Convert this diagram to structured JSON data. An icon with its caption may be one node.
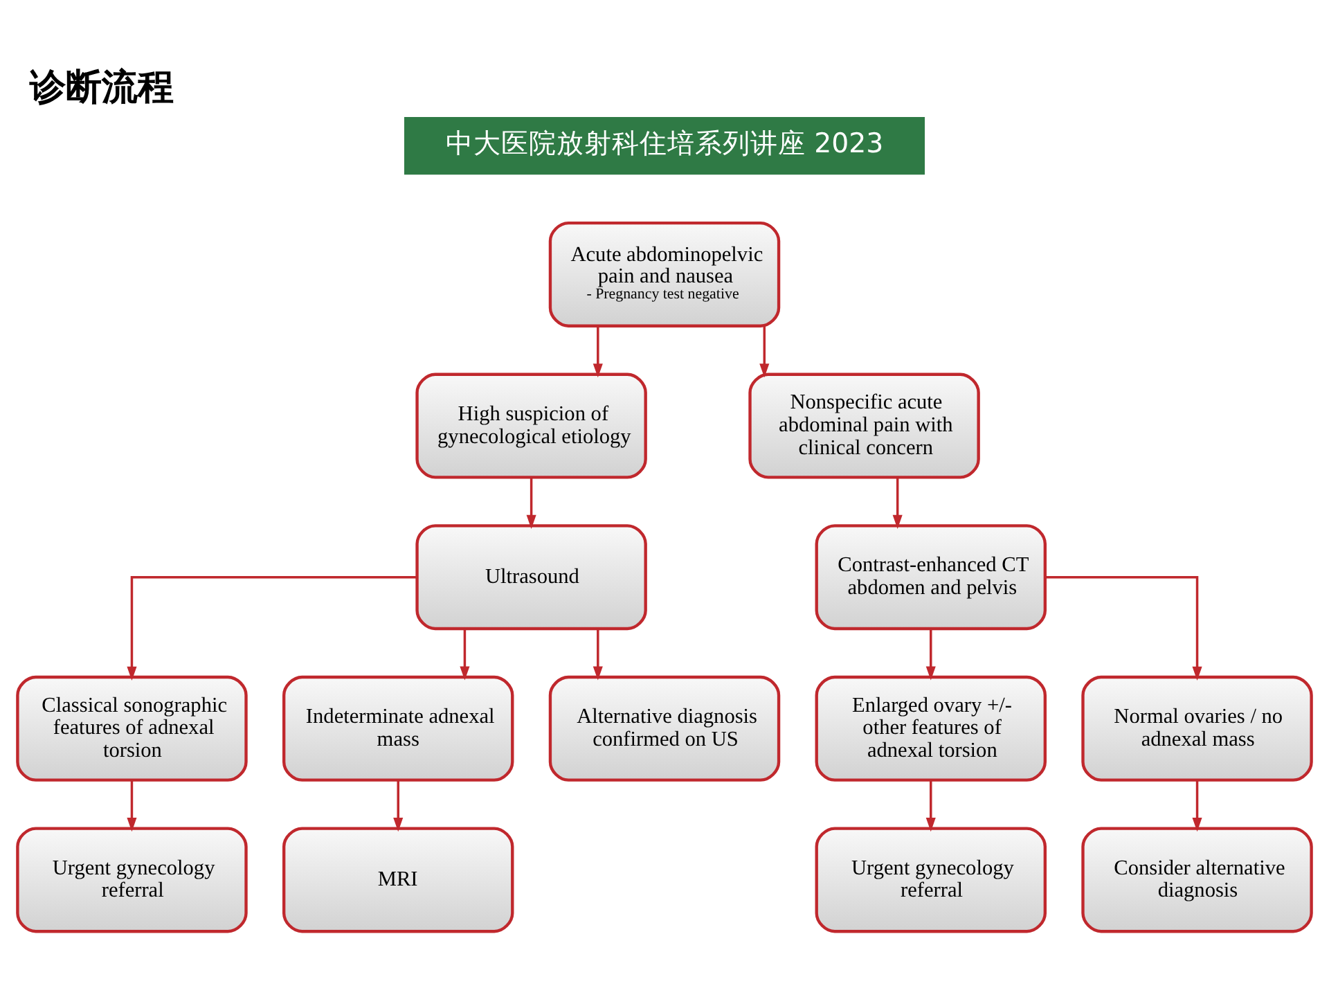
{
  "diagram": {
    "title": "诊断流程",
    "nodes": [
      {
        "text": [
          "Acute abdominopelvic pain and nausea",
          "- Pregnancy test negative"
        ]
      },
      {
        "text": [
          "High suspicion of gynecological etiology"
        ]
      },
      {
        "text": [
          "Nonspecific acute abdominal pain with clinical concern"
        ]
      },
      {
        "text": [
          "Ultrasound"
        ]
      },
      {
        "text": [
          "Contrast-enhanced CT abdomen and pelvis"
        ]
      },
      {
        "text": [
          "Classical sonographic features of adnexal torsion"
        ]
      },
      {
        "text": [
          "Indeterminate adnexal mass"
        ]
      },
      {
        "text": [
          "Alternative diagnosis confirmed on US"
        ]
      },
      {
        "text": [
          "Enlarged ovary +/- other features of adnexal torsion"
        ]
      },
      {
        "text": [
          "Normal ovaries / no adnexal mass"
        ]
      },
      {
        "text": [
          "Urgent gynecology referral"
        ]
      },
      {
        "text": [
          "MRI"
        ]
      },
      {
        "text": [
          "Urgent gynecology referral"
        ]
      },
      {
        "text": [
          "Consider alternative diagnosis"
        ]
      }
    ],
    "edges": [
      {
        "from": 0,
        "to": 1,
        "arrow": "to"
      },
      {
        "from": 0,
        "to": 2,
        "arrow": "to"
      },
      {
        "from": 1,
        "to": 3,
        "arrow": "to"
      },
      {
        "from": 2,
        "to": 4,
        "arrow": "to"
      },
      {
        "from": 3,
        "to": 5,
        "arrow": "to"
      },
      {
        "from": 3,
        "to": 6,
        "arrow": "to"
      },
      {
        "from": 3,
        "to": 7,
        "arrow": "to"
      },
      {
        "from": 4,
        "to": 8,
        "arrow": "to"
      },
      {
        "from": 4,
        "to": 9,
        "arrow": "to"
      },
      {
        "from": 5,
        "to": 10,
        "arrow": "to"
      },
      {
        "from": 6,
        "to": 11,
        "arrow": "to"
      },
      {
        "from": 8,
        "to": 12,
        "arrow": "to"
      },
      {
        "from": 9,
        "to": 13,
        "arrow": "to"
      }
    ],
    "labels": [
      "中大医院放射科住培系列讲座 2023"
    ]
  }
}
